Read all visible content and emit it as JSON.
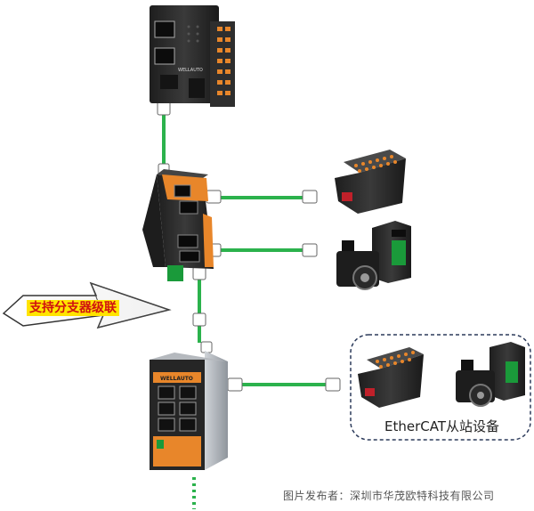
{
  "labels": {
    "cascade": "支持分支器级联",
    "slave_devices": "EtherCAT从站设备",
    "credit": "图片发布者：深圳市华茂欧特科技有限公司"
  },
  "devices": {
    "controller_brand": "WELLAUTO",
    "switch_brand": "WELLAUTO"
  },
  "colors": {
    "cable_green": "#2bb24c",
    "device_orange": "#e8862a",
    "device_dark": "#2a2a2a",
    "cascade_text": "#d01010",
    "cascade_bg": "#ffe400",
    "dashed_border": "#2b3a5a"
  }
}
